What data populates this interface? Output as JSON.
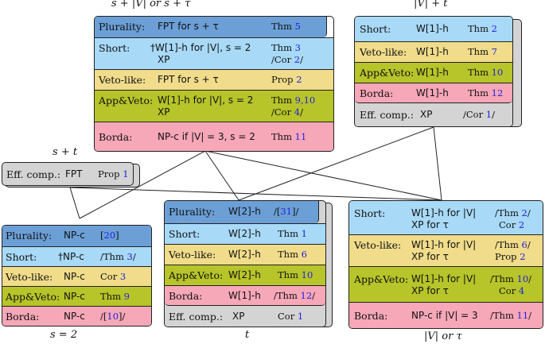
{
  "captions": {
    "top_left": "s + |V|  or  s + τ",
    "top_right": "|V| + t",
    "mid_left": "s + t",
    "bottom_left": "s = 2",
    "bottom_mid": "t",
    "bottom_right": "|V|  or  τ"
  },
  "box_top_center": {
    "plurality": {
      "label": "Plurality:",
      "result": "FPT for s + τ",
      "ref_text": "Thm ",
      "ref_num": "5"
    },
    "short": {
      "label": "Short:",
      "result1": "†W[1]-h for |V|, s = 2",
      "result2": "XP",
      "ref1_text": "Thm ",
      "ref1_num": "3",
      "ref2_pre": "/Cor ",
      "ref2_num": "2",
      "ref2_post": "/"
    },
    "veto": {
      "label": "Veto-like:",
      "result": "FPT for s + τ",
      "ref_text": "Prop ",
      "ref_num": "2"
    },
    "appveto": {
      "label": "App&Veto:",
      "result1": "W[1]-h for |V|, s = 2",
      "result2": "XP",
      "ref1_text": "Thm ",
      "ref1_num": "9,10",
      "ref2_pre": "/Cor ",
      "ref2_num": "4",
      "ref2_post": "/"
    },
    "borda": {
      "label": "Borda:",
      "result": "NP-c if |V| = 3, s = 2",
      "ref_text": "Thm ",
      "ref_num": "11"
    }
  },
  "box_top_right": {
    "short": {
      "label": "Short:",
      "result": "W[1]-h",
      "ref_text": "Thm ",
      "ref_num": "2"
    },
    "veto": {
      "label": "Veto-like:",
      "result": "W[1]-h",
      "ref_text": "Thm ",
      "ref_num": "7"
    },
    "appveto": {
      "label": "App&Veto:",
      "result": "W[1]-h",
      "ref_text": "Thm ",
      "ref_num": "10"
    },
    "borda": {
      "label": "Borda:",
      "result": "W[1]-h",
      "ref_text": "Thm ",
      "ref_num": "12"
    },
    "effcomp": {
      "label": "Eff. comp.:",
      "result": "XP",
      "ref_text": "/Cor ",
      "ref_num": "1",
      "ref_post": "/"
    }
  },
  "box_mid_left": {
    "effcomp": {
      "label": "Eff. comp.:",
      "result": "FPT",
      "ref_text": "Prop ",
      "ref_num": "1"
    }
  },
  "box_bottom_left": {
    "plurality": {
      "label": "Plurality:",
      "result": "NP-c",
      "ref_pre": "[",
      "ref_num": "20",
      "ref_post": "]"
    },
    "short": {
      "label": "Short:",
      "result": "†NP-c",
      "ref_text": "/Thm ",
      "ref_num": "3",
      "ref_post": "/"
    },
    "veto": {
      "label": "Veto-like:",
      "result": "NP-c",
      "ref_text": "Cor ",
      "ref_num": "3"
    },
    "appveto": {
      "label": "App&Veto:",
      "result": "NP-c",
      "ref_text": "Thm ",
      "ref_num": "9"
    },
    "borda": {
      "label": "Borda:",
      "result": "NP-c",
      "ref_pre": "/[",
      "ref_num": "10",
      "ref_post": "]/"
    }
  },
  "box_bottom_mid": {
    "plurality": {
      "label": "Plurality:",
      "result": "W[2]-h",
      "ref_pre": "/[",
      "ref_num": "31",
      "ref_post": "]/"
    },
    "short": {
      "label": "Short:",
      "result": "W[2]-h",
      "ref_text": "Thm ",
      "ref_num": "1"
    },
    "veto": {
      "label": "Veto-like:",
      "result": "W[2]-h",
      "ref_text": "Thm ",
      "ref_num": "6"
    },
    "appveto": {
      "label": "App&Veto:",
      "result": "W[2]-h",
      "ref_text": "Thm ",
      "ref_num": "10"
    },
    "borda": {
      "label": "Borda:",
      "result": "W[1]-h",
      "ref_text": "/Thm ",
      "ref_num": "12",
      "ref_post": "/"
    },
    "effcomp": {
      "label": "Eff. comp.:",
      "result": "XP",
      "ref_text": "Cor ",
      "ref_num": "1"
    }
  },
  "box_bottom_right": {
    "short": {
      "label": "Short:",
      "result1": "W[1]-h for |V|",
      "result2": "XP for τ",
      "ref1_text": "/Thm ",
      "ref1_num": "2",
      "ref1_post": "/",
      "ref2_text": "Cor ",
      "ref2_num": "2"
    },
    "veto": {
      "label": "Veto-like:",
      "result1": "W[1]-h for |V|",
      "result2": "XP for τ",
      "ref1_text": "/Thm ",
      "ref1_num": "6",
      "ref1_post": "/",
      "ref2_text": "Prop ",
      "ref2_num": "2"
    },
    "appveto": {
      "label": "App&Veto:",
      "result1": "W[1]-h for |V|",
      "result2": "XP for τ",
      "ref1_text": "/Thm ",
      "ref1_num": "10",
      "ref1_post": "/",
      "ref2_text": "Cor ",
      "ref2_num": "4"
    },
    "borda": {
      "label": "Borda:",
      "result": "NP-c if |V| = 3",
      "ref_text": "/Thm ",
      "ref_num": "11",
      "ref_post": "/"
    }
  },
  "colors": {
    "plurality": "#6b9fd6",
    "short": "#a8d9f7",
    "veto": "#f0dc8a",
    "appveto": "#b7c42a",
    "borda": "#f6a7b8",
    "effcomp": "#d4d4d4",
    "reference": "#2222dd"
  }
}
